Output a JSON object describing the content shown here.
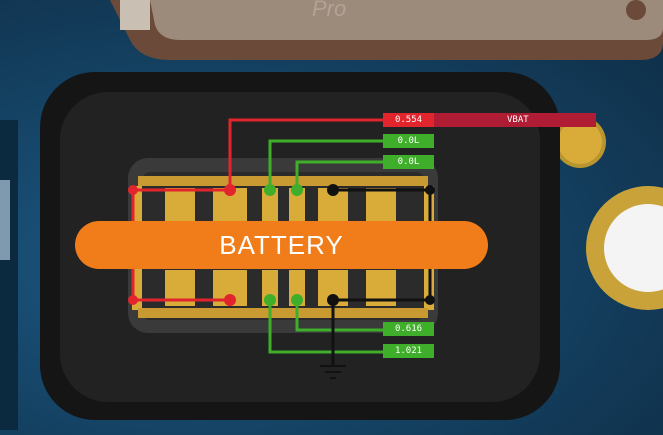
{
  "watermark": "Pro",
  "battery_label": "BATTERY",
  "measurements": {
    "vbat": {
      "value": "0.554",
      "name": "VBAT"
    },
    "top_pin_1": "0.0L",
    "top_pin_2": "0.0L",
    "bottom_pin_1": "0.616",
    "bottom_pin_2": "1.021"
  },
  "colors": {
    "vbat_line": "#e2252c",
    "vbat_tag": "#b01c33",
    "signal_line": "#3fae2a",
    "ground_line": "#111111",
    "battery_pill": "#f07d1a",
    "board": "#1a4f78",
    "gold_pad": "#d9ac3a"
  }
}
